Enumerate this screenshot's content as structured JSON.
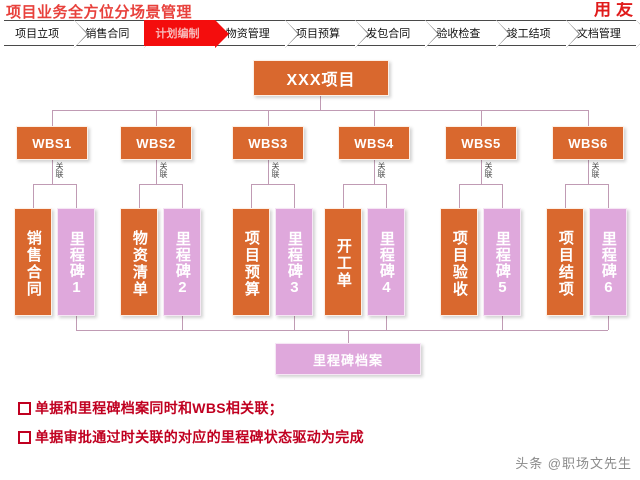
{
  "page": {
    "title": "项目业务全方位分场景管理",
    "brand_logo": {
      "char1": "用",
      "char2": "友"
    },
    "accent_red": "#e8413c",
    "active_crumb_red": "#f40d0d",
    "node_orange": "#d9682e",
    "node_pink": "#dfa8dc",
    "line_color": "#c09bb4",
    "note_red": "#c00020"
  },
  "breadcrumb": {
    "items": [
      {
        "label": "项目立项",
        "active": false
      },
      {
        "label": "销售合同",
        "active": false
      },
      {
        "label": "计划编制",
        "active": true
      },
      {
        "label": "物资管理",
        "active": false
      },
      {
        "label": "项目预算",
        "active": false
      },
      {
        "label": "发包合同",
        "active": false
      },
      {
        "label": "验收检查",
        "active": false
      },
      {
        "label": "竣工结项",
        "active": false
      },
      {
        "label": "文档管理",
        "active": false
      }
    ]
  },
  "diagram": {
    "root": {
      "label": "XXX项目"
    },
    "wbs_nodes": [
      {
        "label": "WBS1"
      },
      {
        "label": "WBS2"
      },
      {
        "label": "WBS3"
      },
      {
        "label": "WBS4"
      },
      {
        "label": "WBS5"
      },
      {
        "label": "WBS6"
      }
    ],
    "relation_label": "关联",
    "relation_labels": [
      "关联",
      "关联",
      "关联",
      "关联",
      "关联",
      "关联"
    ],
    "leaf_nodes": [
      {
        "label": "销售合同",
        "type": "document"
      },
      {
        "label": "里程碑1",
        "type": "milestone"
      },
      {
        "label": "物资清单",
        "type": "document"
      },
      {
        "label": "里程碑2",
        "type": "milestone"
      },
      {
        "label": "项目预算",
        "type": "document"
      },
      {
        "label": "里程碑3",
        "type": "milestone"
      },
      {
        "label": "开工单",
        "type": "document"
      },
      {
        "label": "里程碑4",
        "type": "milestone"
      },
      {
        "label": "项目验收",
        "type": "document"
      },
      {
        "label": "里程碑5",
        "type": "milestone"
      },
      {
        "label": "项目结项",
        "type": "document"
      },
      {
        "label": "里程碑6",
        "type": "milestone"
      }
    ],
    "archive": {
      "label": "里程碑档案"
    }
  },
  "notes": [
    {
      "text": "单据和里程碑档案同时和WBS相关联；"
    },
    {
      "text": "单据审批通过时关联的对应的里程碑状态驱动为完成"
    }
  ],
  "watermark": {
    "text": "头条 @职场文先生"
  }
}
